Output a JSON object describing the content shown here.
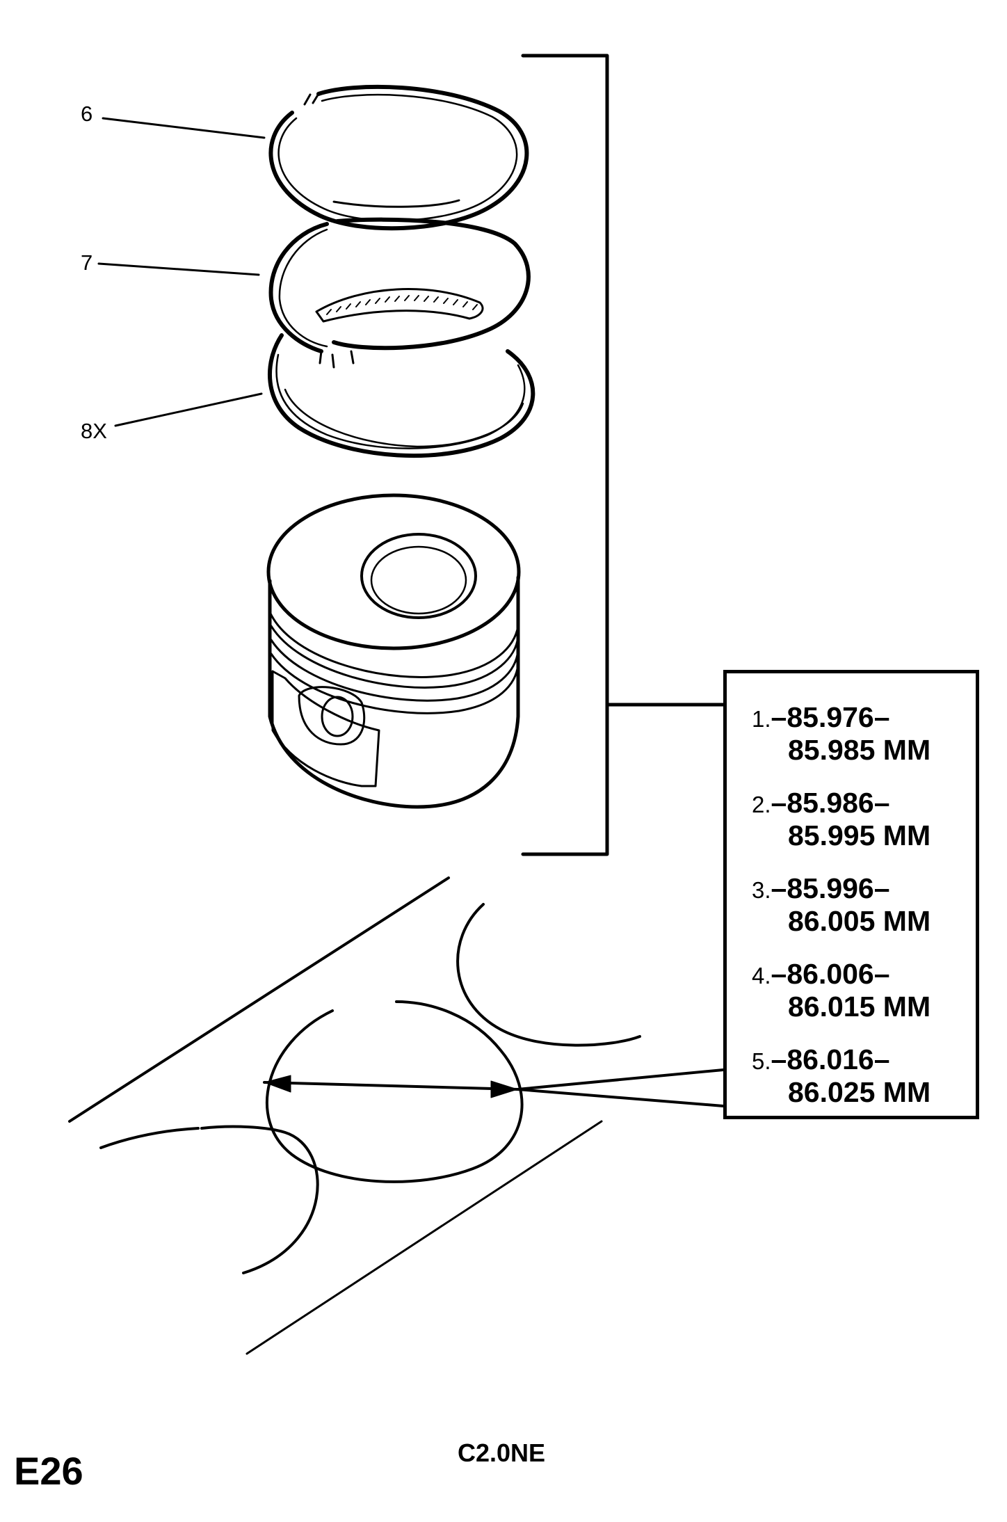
{
  "callouts": {
    "ring6": "6",
    "ring7": "7",
    "ring8": "8X"
  },
  "sizes": [
    {
      "num": "1.",
      "line1": "–85.976–",
      "line2": "85.985 MM"
    },
    {
      "num": "2.",
      "line1": "–85.986–",
      "line2": "85.995 MM"
    },
    {
      "num": "3.",
      "line1": "–85.996–",
      "line2": "86.005 MM"
    },
    {
      "num": "4.",
      "line1": "–86.006–",
      "line2": "86.015 MM"
    },
    {
      "num": "5.",
      "line1": "–86.016–",
      "line2": "86.025 MM"
    }
  ],
  "footer": {
    "page_code": "E26",
    "engine_code": "C2.0NE"
  }
}
